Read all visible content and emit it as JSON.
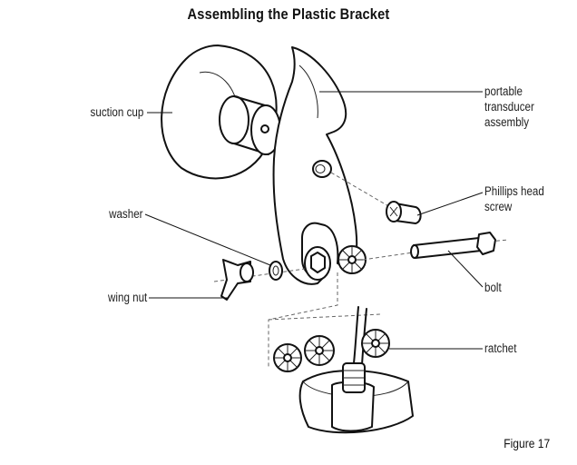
{
  "title": "Assembling the Plastic Bracket",
  "labels": {
    "suction_cup": "suction cup",
    "washer": "washer",
    "wing_nut": "wing nut",
    "transducer_line1": "portable",
    "transducer_line2": "transducer",
    "transducer_line3": "assembly",
    "phillips_line1": "Phillips head",
    "phillips_line2": "screw",
    "bolt": "bolt",
    "ratchet": "ratchet"
  },
  "figure_label": "Figure 17"
}
